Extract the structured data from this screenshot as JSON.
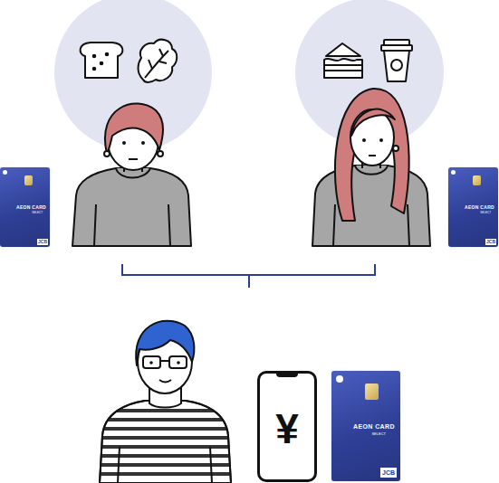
{
  "diagram": {
    "nodes": [
      {
        "text": [
          "AEON CARD",
          "SELECT",
          "JCB"
        ]
      },
      {
        "text": [
          "AEON CARD",
          "SELECT",
          "JCB"
        ]
      },
      {
        "text": [
          "¥"
        ]
      },
      {
        "text": [
          "AEON CARD",
          "SELECT",
          "JCB"
        ]
      }
    ]
  }
}
